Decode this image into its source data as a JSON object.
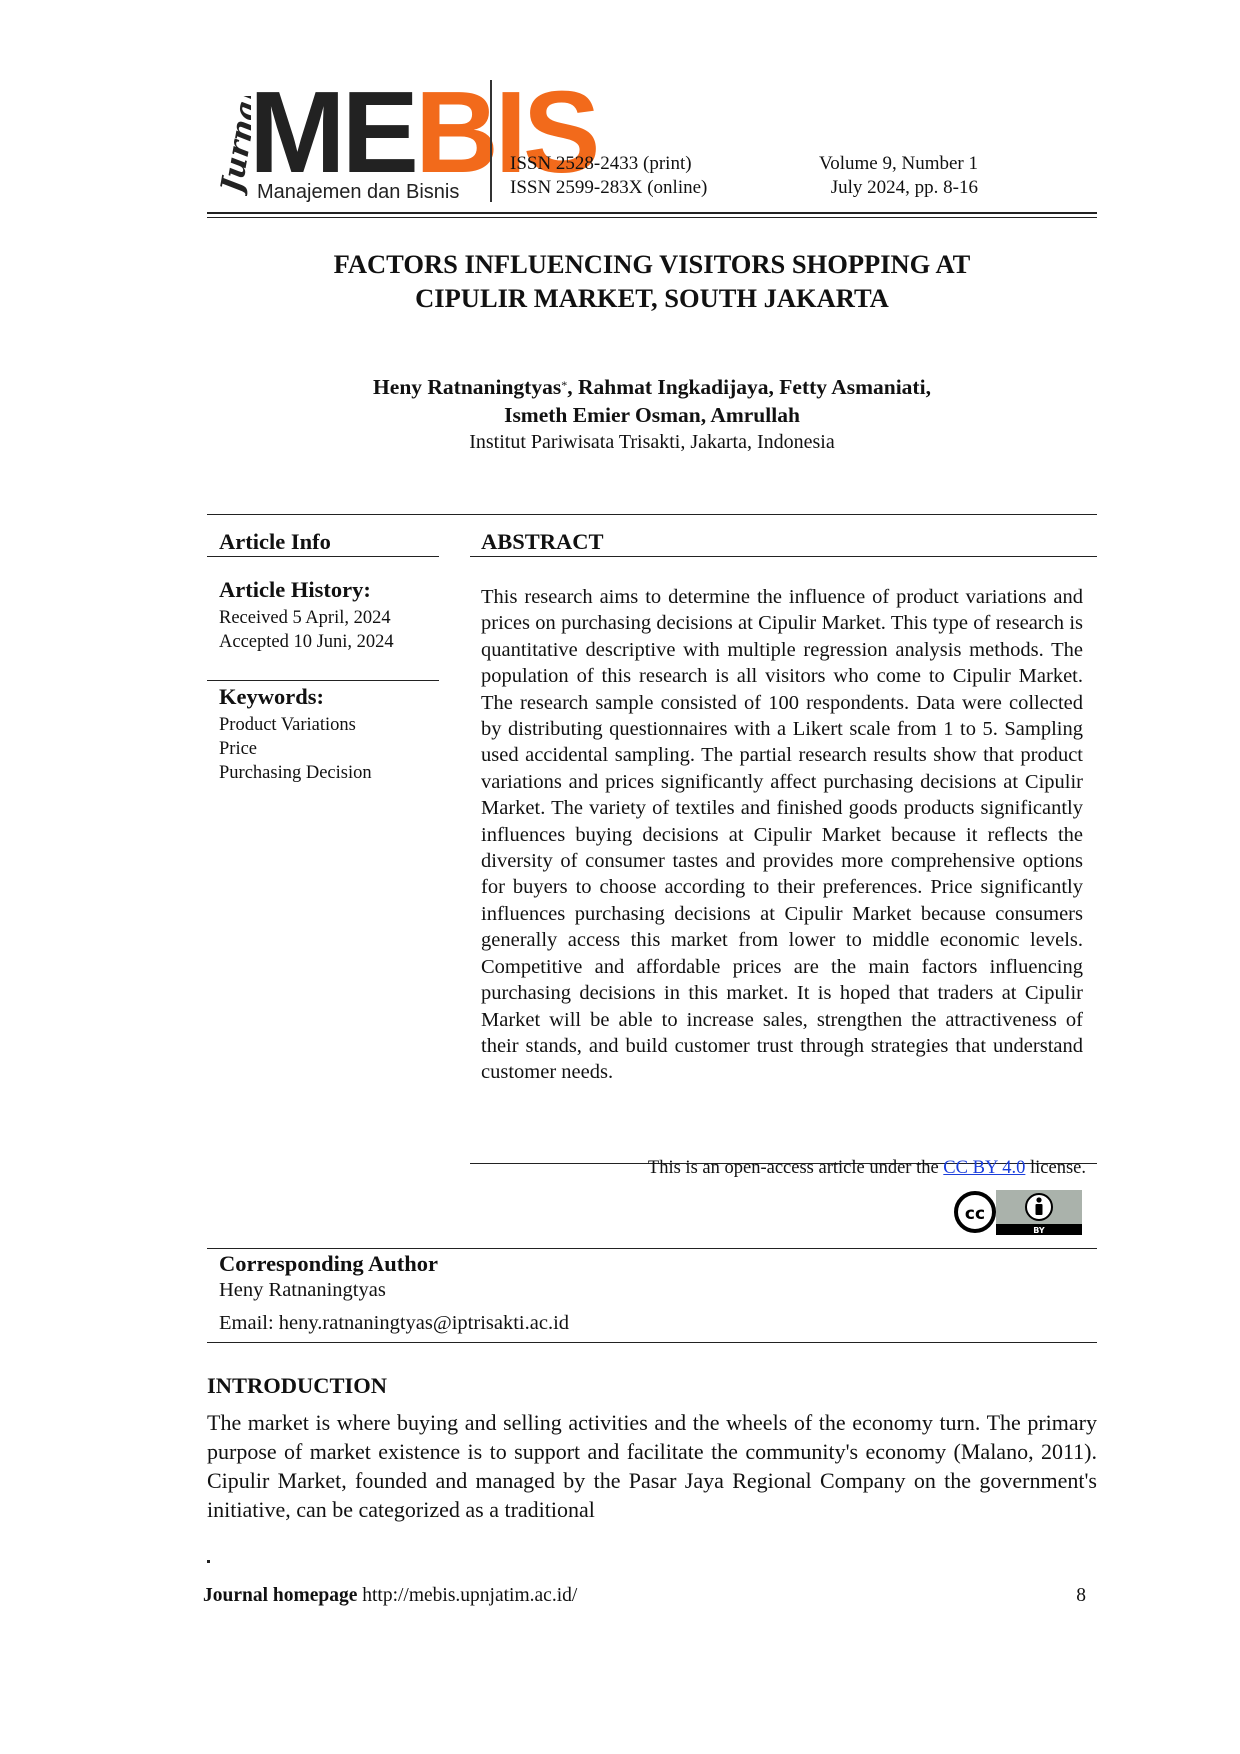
{
  "header": {
    "logo_vertical": "Jurnal",
    "logo_main_me": "ME",
    "logo_main_bis": "BIS",
    "logo_sub": "Manajemen dan Bisnis",
    "issn_print": "ISSN 2528-2433 (print)",
    "issn_online": "ISSN 2599-283X (online)",
    "volume": "Volume 9, Number 1",
    "date_pages": "July 2024, pp. 8-16",
    "brand_color": "#f26a1b"
  },
  "title": {
    "line1": "FACTORS INFLUENCING VISITORS SHOPPING AT",
    "line2": "CIPULIR MARKET, SOUTH JAKARTA"
  },
  "authors": {
    "line1_a": "Heny Ratnaningtyas",
    "line1_mark": "*",
    "line1_b": ", Rahmat Ingkadijaya, Fetty Asmaniati,",
    "line2": "Ismeth Emier Osman, Amrullah",
    "affiliation": "Institut Pariwisata Trisakti, Jakarta, Indonesia"
  },
  "article_info": {
    "heading": "Article Info",
    "history_heading": "Article History:",
    "received": "Received 5 April, 2024",
    "accepted": "Accepted 10 Juni, 2024",
    "keywords_heading": "Keywords:",
    "keywords": [
      "Product Variations",
      "Price",
      "Purchasing Decision"
    ]
  },
  "abstract": {
    "heading": "ABSTRACT",
    "text": "This research aims to determine the influence of product variations and prices on purchasing decisions at Cipulir Market. This type of research is quantitative descriptive with multiple regression analysis methods. The population of this research is all visitors who come to Cipulir Market. The research sample consisted of 100 respondents. Data were collected by distributing questionnaires with a Likert scale from 1 to 5. Sampling used accidental sampling. The partial research results show that product variations and prices significantly affect purchasing decisions at Cipulir Market. The variety of textiles and finished goods products significantly influences buying decisions at Cipulir Market because it reflects the diversity of consumer tastes and provides more comprehensive options for buyers to choose according to their preferences. Price significantly influences purchasing decisions at Cipulir Market because consumers generally access this market from lower to middle economic levels. Competitive and affordable prices are the main factors influencing purchasing decisions in this market. It is hoped that traders at Cipulir Market will be able to increase sales, strengthen the attractiveness of their stands, and build customer trust through strategies that understand customer needs."
  },
  "license": {
    "prefix": "This is an open-access article under the ",
    "link": "CC BY 4.0",
    "suffix": " license.",
    "badge_cc": "cc",
    "badge_by": "BY"
  },
  "corresponding": {
    "heading": "Corresponding Author",
    "name": "Heny Ratnaningtyas",
    "email": "Email: heny.ratnaningtyas@iptrisakti.ac.id"
  },
  "introduction": {
    "heading": "INTRODUCTION",
    "text": "The market is where buying and selling activities and the wheels of the economy turn. The primary purpose of market existence is to support and facilitate the community's economy (Malano, 2011). Cipulir Market, founded and managed by the Pasar Jaya Regional Company on the government's initiative, can be categorized as a traditional"
  },
  "footer": {
    "label": "Journal homepage",
    "url": " http://mebis.upnjatim.ac.id/",
    "page": "8"
  }
}
